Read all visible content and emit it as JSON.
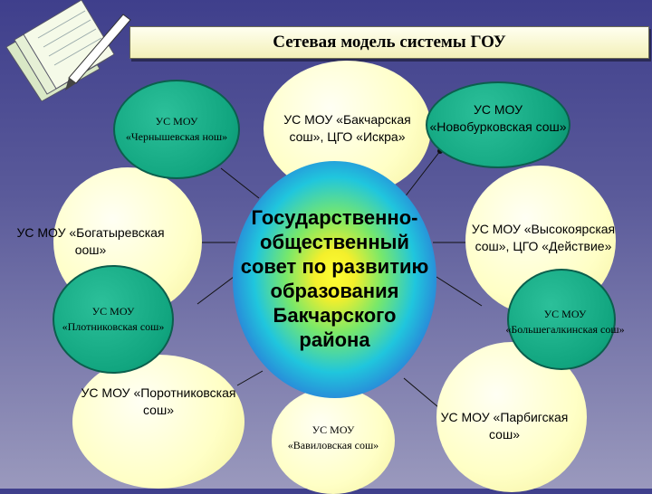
{
  "title": "Сетевая модель системы ГОУ",
  "center": {
    "lines": [
      "Государственно-",
      "общественный",
      "совет по развитию",
      "образования",
      "Бакчарского",
      "района"
    ]
  },
  "nodes": {
    "chernyshevskaya": [
      "УС МОУ",
      "«Чернышевская нош»"
    ],
    "bakcharskaya": [
      "УС МОУ «Бакчарская",
      "сош», ЦГО «Искра»"
    ],
    "novoburkovskaya": [
      "УС МОУ",
      "«Новобурковская сош»"
    ],
    "bogatyrevskaya": [
      "УС МОУ «Богатыревская",
      "оош»"
    ],
    "vysokoyarskaya": [
      "УС МОУ «Высокоярская",
      "сош», ЦГО «Действие»"
    ],
    "plotnikovskaya": [
      "УС МОУ",
      "«Плотниковская сош»"
    ],
    "bolshegalkinskaya": [
      "УС МОУ",
      "«Большегалкинская сош»"
    ],
    "porotnikovskaya": [
      "УС МОУ «Поротниковская",
      "сош»"
    ],
    "vavilovskaya": [
      "УС МОУ",
      "«Вавиловская сош»"
    ],
    "parbigskaya": [
      "УС МОУ «Парбигская",
      "сош»"
    ]
  },
  "colors": {
    "yellow_node": "#ffffc6",
    "green_node": "#11a57f",
    "title_bar": "#f3f0b8"
  }
}
